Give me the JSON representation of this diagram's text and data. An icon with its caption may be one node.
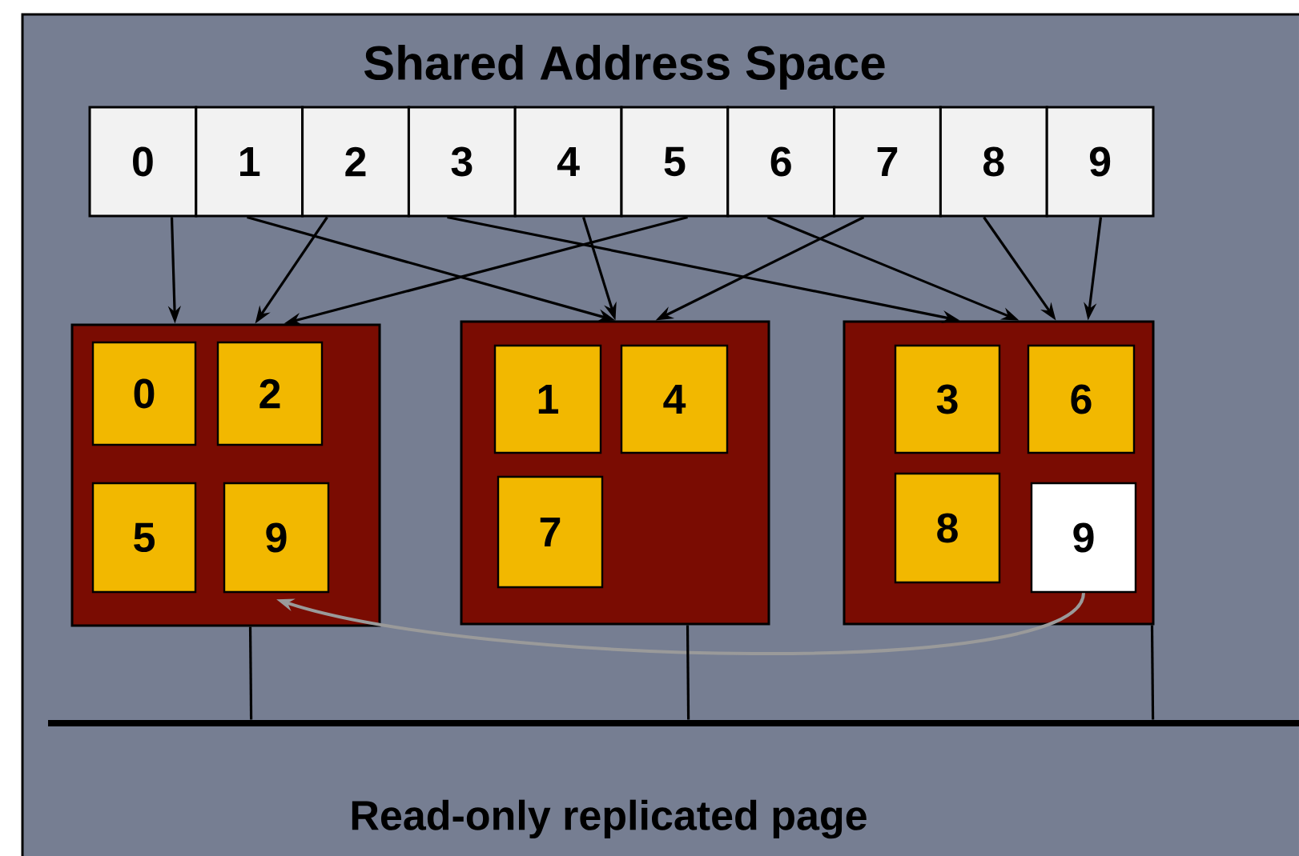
{
  "diagram": {
    "title": "Shared Address Space",
    "caption": "Read-only replicated page",
    "nodes": [
      {
        "text": [
          "0"
        ]
      },
      {
        "text": [
          "1"
        ]
      },
      {
        "text": [
          "2"
        ]
      },
      {
        "text": [
          "3"
        ]
      },
      {
        "text": [
          "4"
        ]
      },
      {
        "text": [
          "5"
        ]
      },
      {
        "text": [
          "6"
        ]
      },
      {
        "text": [
          "7"
        ]
      },
      {
        "text": [
          "8"
        ]
      },
      {
        "text": [
          "9"
        ]
      },
      {
        "text": [],
        "shape": "box"
      },
      {
        "text": [
          "0"
        ],
        "in": 10
      },
      {
        "text": [
          "2"
        ],
        "in": 10
      },
      {
        "text": [
          "5"
        ],
        "in": 10
      },
      {
        "text": [
          "9"
        ],
        "in": 10
      },
      {
        "text": [],
        "shape": "box"
      },
      {
        "text": [
          "1"
        ],
        "in": 15
      },
      {
        "text": [
          "4"
        ],
        "in": 15
      },
      {
        "text": [
          "7"
        ],
        "in": 15
      },
      {
        "text": [],
        "shape": "box"
      },
      {
        "text": [
          "3"
        ],
        "in": 19
      },
      {
        "text": [
          "6"
        ],
        "in": 19
      },
      {
        "text": [
          "8"
        ],
        "in": 19
      },
      {
        "text": [
          "9"
        ],
        "in": 19
      },
      {
        "text": [],
        "shape": "bar"
      }
    ],
    "edges": [
      {
        "from": 0,
        "to": 10,
        "arrow": "to"
      },
      {
        "from": 1,
        "to": 15,
        "arrow": "to"
      },
      {
        "from": 2,
        "to": 10,
        "arrow": "to"
      },
      {
        "from": 3,
        "to": 19,
        "arrow": "to"
      },
      {
        "from": 4,
        "to": 15,
        "arrow": "to"
      },
      {
        "from": 5,
        "to": 10,
        "arrow": "to"
      },
      {
        "from": 6,
        "to": 19,
        "arrow": "to"
      },
      {
        "from": 7,
        "to": 15,
        "arrow": "to"
      },
      {
        "from": 8,
        "to": 19,
        "arrow": "to"
      },
      {
        "from": 9,
        "to": 19,
        "arrow": "to"
      },
      {
        "from": 23,
        "to": 14,
        "arrow": "to",
        "color": "#9a9a9a"
      },
      {
        "from": 10,
        "to": 24,
        "arrow": "none"
      },
      {
        "from": 15,
        "to": 24,
        "arrow": "none"
      },
      {
        "from": 19,
        "to": 24,
        "arrow": "none"
      }
    ]
  }
}
